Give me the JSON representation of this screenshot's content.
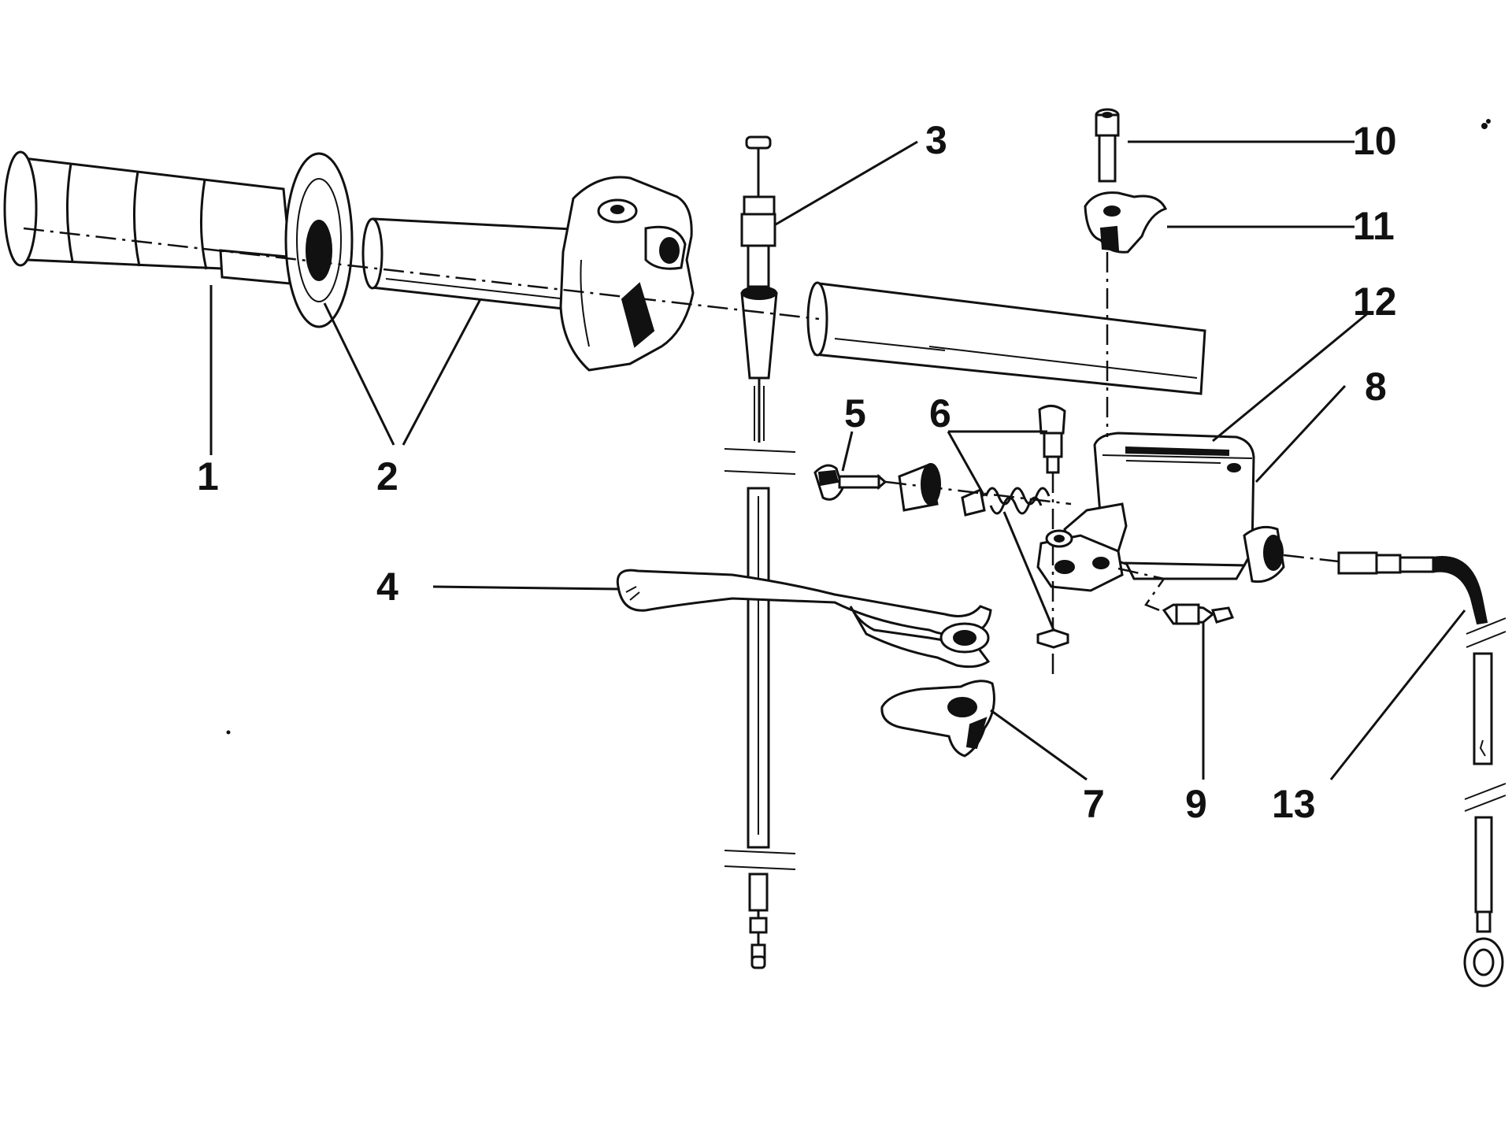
{
  "colors": {
    "ink": "#111111",
    "paper": "#ffffff"
  },
  "callouts": [
    "1",
    "2",
    "3",
    "4",
    "5",
    "6",
    "7",
    "8",
    "9",
    "10",
    "11",
    "12",
    "13"
  ]
}
